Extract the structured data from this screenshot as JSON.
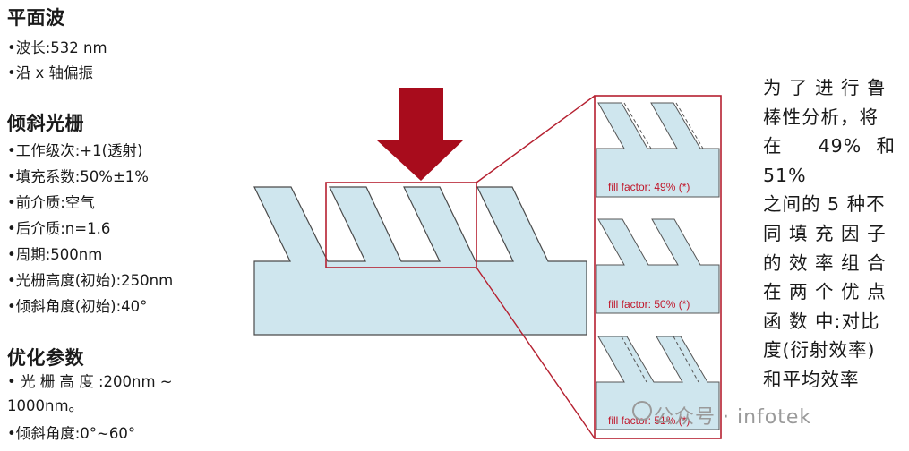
{
  "left": {
    "plane_wave": {
      "title": "平面波",
      "items": [
        "•波长:532 nm",
        "•沿 x 轴偏振"
      ]
    },
    "grating": {
      "title": "倾斜光栅",
      "items": [
        "•工作级次:+1(透射)",
        "•填充系数:50%±1%",
        "•前介质:空气",
        "•后介质:n=1.6",
        "•周期:500nm",
        "•光栅高度(初始):250nm",
        "•倾斜角度(初始):40°"
      ]
    },
    "optim": {
      "title": "优化参数",
      "items": [
        "• 光 栅 高 度 :200nm ~ 1000nm。",
        "•倾斜角度:0°~60°"
      ]
    }
  },
  "right_text": [
    "为 了 进 行 鲁",
    "棒性分析，将",
    "在 49%和 51%",
    "之间的 5 种不",
    "同 填 充 因 子",
    "的 效 率 组 合",
    "在 两 个 优 点",
    "函 数 中:对比",
    "度(衍射效率)",
    "和平均效率"
  ],
  "panels": [
    {
      "label": "fill factor: 49% (*)"
    },
    {
      "label": "fill factor: 50% (*)"
    },
    {
      "label": "fill factor: 51% (*)"
    }
  ],
  "watermark": "公众号 · infotek",
  "colors": {
    "grating_fill": "#cfe6ee",
    "grating_stroke": "#4a4a4a",
    "arrow": "#a80c1c",
    "frame": "#b52030"
  }
}
